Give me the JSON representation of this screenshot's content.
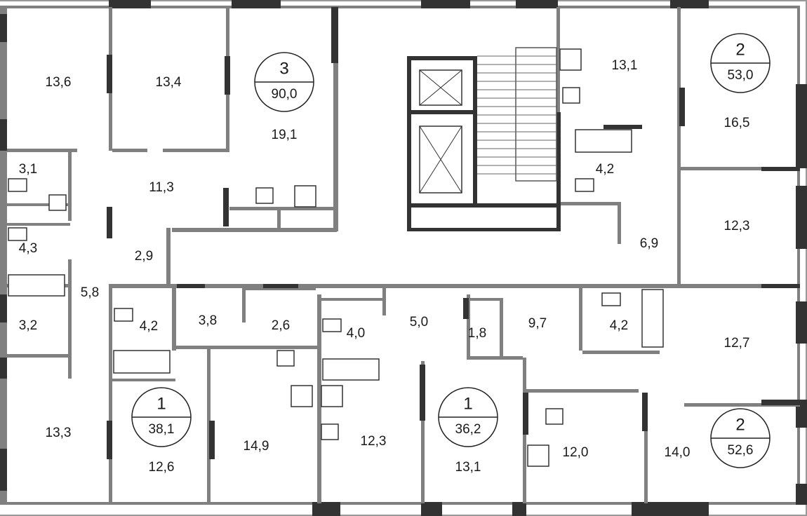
{
  "title": "Floor plan",
  "colors": {
    "wall": "#808080",
    "wall_dark": "#333333",
    "fixture": "#555555"
  },
  "apartments": [
    {
      "id": "apt-3",
      "rooms": "3",
      "area": "90,0"
    },
    {
      "id": "apt-2-top",
      "rooms": "2",
      "area": "53,0"
    },
    {
      "id": "apt-1-left",
      "rooms": "1",
      "area": "38,1"
    },
    {
      "id": "apt-1-mid",
      "rooms": "1",
      "area": "36,2"
    },
    {
      "id": "apt-2-bottom",
      "rooms": "2",
      "area": "52,6"
    }
  ],
  "rooms": [
    "13,6",
    "13,4",
    "19,1",
    "3,1",
    "11,3",
    "4,3",
    "2,9",
    "5,8",
    "3,2",
    "4,2",
    "3,8",
    "2,6",
    "4,0",
    "5,0",
    "1,8",
    "9,7",
    "4,2",
    "12,7",
    "13,1",
    "16,5",
    "4,2",
    "12,3",
    "6,9",
    "13,3",
    "12,6",
    "14,9",
    "12,3",
    "13,1",
    "12,0",
    "14,0"
  ]
}
